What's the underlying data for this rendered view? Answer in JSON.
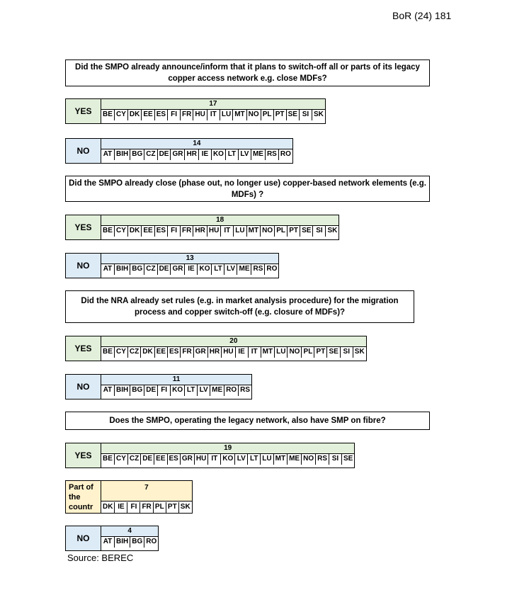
{
  "header_ref": "BoR (24) 181",
  "source": "Source: BEREC",
  "sections": [
    {
      "question": "Did the SMPO already announce/inform that it plans to switch-off all or parts of its legacy copper access network e.g. close MDFs?",
      "answers": [
        {
          "label": "YES",
          "count": "17",
          "codes": [
            "BE",
            "CY",
            "DK",
            "EE",
            "ES",
            "FI",
            "FR",
            "HU",
            "IT",
            "LU",
            "MT",
            "NO",
            "PL",
            "PT",
            "SE",
            "SI",
            "SK"
          ]
        },
        {
          "label": "NO",
          "count": "14",
          "codes": [
            "AT",
            "BIH",
            "BG",
            "CZ",
            "DE",
            "GR",
            "HR",
            "IE",
            "KO",
            "LT",
            "LV",
            "ME",
            "RS",
            "RO"
          ]
        }
      ]
    },
    {
      "question": "Did the SMPO already close (phase out, no longer use) copper-based network elements (e.g. MDFs) ?",
      "answers": [
        {
          "label": "YES",
          "count": "18",
          "codes": [
            "BE",
            "CY",
            "DK",
            "EE",
            "ES",
            "FI",
            "FR",
            "HR",
            "HU",
            "IT",
            "LU",
            "MT",
            "NO",
            "PL",
            "PT",
            "SE",
            "SI",
            "SK"
          ]
        },
        {
          "label": "NO",
          "count": "13",
          "codes": [
            "AT",
            "BIH",
            "BG",
            "CZ",
            "DE",
            "GR",
            "IE",
            "KO",
            "LT",
            "LV",
            "ME",
            "RS",
            "RO"
          ]
        }
      ]
    },
    {
      "question": "Did the NRA already set rules (e.g. in market analysis procedure) for the migration process and copper switch-off (e.g. closure of MDFs)?",
      "answers": [
        {
          "label": "YES",
          "count": "20",
          "codes": [
            "BE",
            "CY",
            "CZ",
            "DK",
            "EE",
            "ES",
            "FR",
            "GR",
            "HR",
            "HU",
            "IE",
            "IT",
            "MT",
            "LU",
            "NO",
            "PL",
            "PT",
            "SE",
            "SI",
            "SK"
          ]
        },
        {
          "label": "NO",
          "count": "11",
          "codes": [
            "AT",
            "BIH",
            "BG",
            "DE",
            "FI",
            "KO",
            "LT",
            "LV",
            "ME",
            "RO",
            "RS"
          ]
        }
      ]
    },
    {
      "question": "Does the SMPO, operating the legacy network, also have SMP on fibre?",
      "answers": [
        {
          "label": "YES",
          "count": "19",
          "codes": [
            "BE",
            "CY",
            "CZ",
            "DE",
            "EE",
            "ES",
            "GR",
            "HU",
            "IT",
            "KO",
            "LV",
            "LT",
            "LU",
            "MT",
            "ME",
            "NO",
            "RS",
            "SI",
            "SE"
          ]
        },
        {
          "label": "Part of the countr",
          "count": "7",
          "codes": [
            "DK",
            "IE",
            "FI",
            "FR",
            "PL",
            "PT",
            "SK"
          ]
        },
        {
          "label": "NO",
          "count": "4",
          "codes": [
            "AT",
            "BIH",
            "BG",
            "RO"
          ]
        }
      ]
    }
  ]
}
